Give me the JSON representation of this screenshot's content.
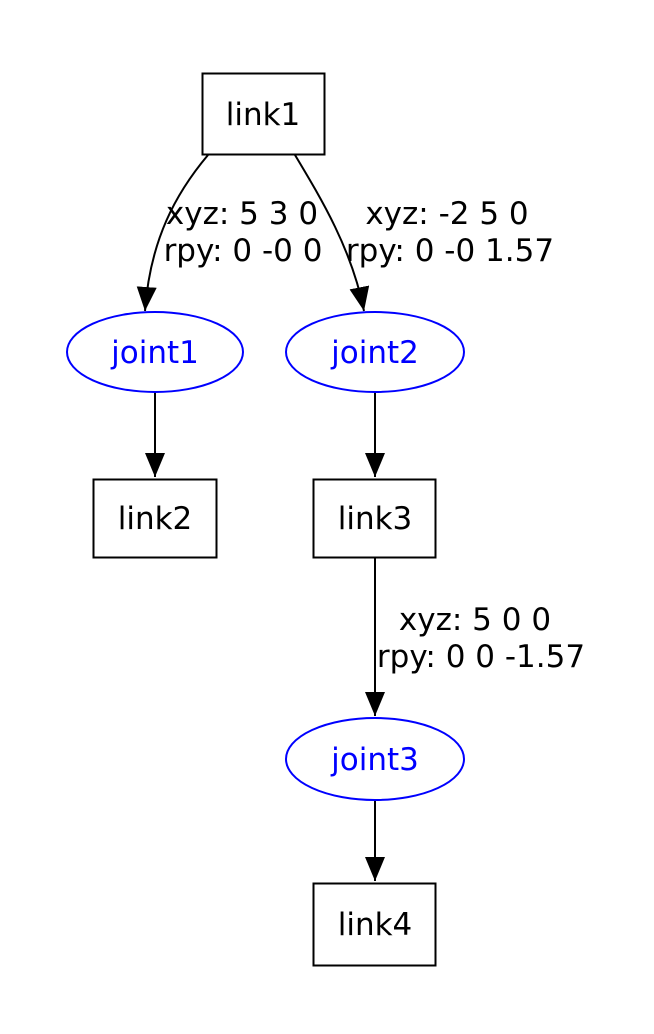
{
  "diagram": {
    "type": "graphviz-digraph",
    "description": "URDF robot link/joint tree: boxes are links, ellipses are joints, edge labels are joint origin transforms",
    "colors": {
      "background": "#ffffff",
      "link_node_border": "#000000",
      "link_node_text": "#000000",
      "joint_node_border": "#0000ff",
      "joint_node_text": "#0000ff",
      "edge_line": "#000000",
      "edge_label_text": "#000000"
    },
    "nodes": {
      "link1": {
        "label": "link1",
        "shape": "box"
      },
      "joint1": {
        "label": "joint1",
        "shape": "ellipse"
      },
      "joint2": {
        "label": "joint2",
        "shape": "ellipse"
      },
      "link2": {
        "label": "link2",
        "shape": "box"
      },
      "link3": {
        "label": "link3",
        "shape": "box"
      },
      "joint3": {
        "label": "joint3",
        "shape": "ellipse"
      },
      "link4": {
        "label": "link4",
        "shape": "box"
      }
    },
    "edges": [
      {
        "from": "link1",
        "to": "joint1",
        "label_lines": [
          "xyz: 5 3 0",
          "rpy: 0 -0 0"
        ]
      },
      {
        "from": "link1",
        "to": "joint2",
        "label_lines": [
          "xyz: -2 5 0",
          "rpy: 0 -0 1.57"
        ]
      },
      {
        "from": "joint1",
        "to": "link2",
        "label_lines": []
      },
      {
        "from": "joint2",
        "to": "link3",
        "label_lines": []
      },
      {
        "from": "link3",
        "to": "joint3",
        "label_lines": [
          "xyz: 5 0 0",
          "rpy: 0 0 -1.57"
        ]
      },
      {
        "from": "joint3",
        "to": "link4",
        "label_lines": []
      }
    ]
  }
}
